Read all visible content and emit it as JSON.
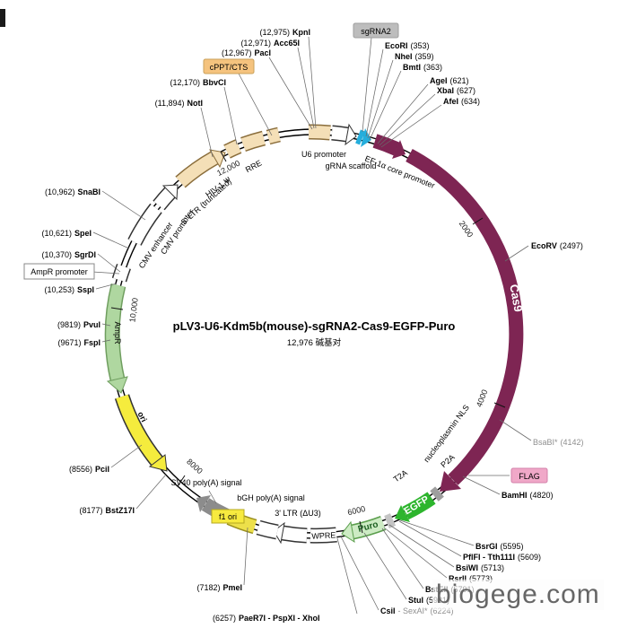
{
  "title": "pLV3-U6-Kdm5b(mouse)-sgRNA2-Cas9-EGFP-Puro",
  "subtitle": "12,976 碱基对",
  "watermark": "biogege.com",
  "scale_labels": [
    "2000",
    "4000",
    "6000",
    "8000",
    "10,000",
    "12,000"
  ],
  "sites": [
    {
      "pos": "(12,975)",
      "name": "KpnI"
    },
    {
      "pos": "(12,971)",
      "name": "Acc65I"
    },
    {
      "pos": "(12,967)",
      "name": "PacI"
    },
    {
      "pos": "(12,170)",
      "name": "BbvCI"
    },
    {
      "pos": "(11,894)",
      "name": "NotI"
    },
    {
      "name": "EcoRI",
      "pos": "(353)"
    },
    {
      "name": "NheI",
      "pos": "(359)"
    },
    {
      "name": "BmtI",
      "pos": "(363)"
    },
    {
      "name": "AgeI",
      "pos": "(621)"
    },
    {
      "name": "XbaI",
      "pos": "(627)"
    },
    {
      "name": "AfeI",
      "pos": "(634)"
    },
    {
      "name": "EcoRV",
      "pos": "(2497)"
    },
    {
      "name": "BsaBI*",
      "pos": "(4142)"
    },
    {
      "name": "BamHI",
      "pos": "(4820)"
    },
    {
      "name": "BsrGI",
      "pos": "(5595)"
    },
    {
      "name": "PflFI - Tth111I",
      "pos": "(5609)"
    },
    {
      "name": "BsiWI",
      "pos": "(5713)"
    },
    {
      "name": "RsrII",
      "pos": "(5773)"
    },
    {
      "name": "BstEII",
      "pos": "(5791)"
    },
    {
      "name": "StuI",
      "pos": "(5981)"
    },
    {
      "name": "CsiI",
      "alt": "- SexAI*",
      "pos": "(6224)"
    },
    {
      "pos": "(6257)",
      "name": "PaeR7I - PspXI - XhoI"
    },
    {
      "pos": "(7182)",
      "name": "PmeI"
    },
    {
      "pos": "(8177)",
      "name": "BstZ17I"
    },
    {
      "pos": "(8556)",
      "name": "PciI"
    },
    {
      "pos": "(9671)",
      "name": "FspI"
    },
    {
      "pos": "(9819)",
      "name": "PvuI"
    },
    {
      "pos": "(10,253)",
      "name": "SspI"
    },
    {
      "pos": "(10,370)",
      "name": "SgrDI"
    },
    {
      "pos": "(10,621)",
      "name": "SpeI"
    },
    {
      "pos": "(10,962)",
      "name": "SnaBI"
    }
  ],
  "features": {
    "u6_promoter": "U6 promoter",
    "grna_scaffold": "gRNA scaffold",
    "sgrna2": "sgRNA2",
    "cppt_cts": "cPPT/CTS",
    "ef1a": "EF-1α core promoter",
    "cas9": "Cas9",
    "nls": "nucleoplasmin NLS",
    "p2a": "P2A",
    "egfp": "EGFP",
    "t2a": "T2A",
    "puro": "Puro",
    "wpre": "WPRE",
    "ltr3": "3' LTR (ΔU3)",
    "bgh": "bGH poly(A) signal",
    "f1ori": "f1 ori",
    "sv40": "SV40 poly(A) signal",
    "ori": "ori",
    "ampr": "AmpR",
    "ampr_promoter": "AmpR promoter",
    "cmv_promoter": "CMV promoter",
    "cmv_enhancer": "CMV enhancer",
    "ltr5": "5' LTR (truncated)",
    "psi": "HIV-1 Ψ",
    "rre": "RRE",
    "flag": "FLAG"
  },
  "colors": {
    "cas9_maroon": "#7E2553",
    "egfp_green": "#2DB52D",
    "puro_pale_green": "#CDEBC4",
    "sgrna_cyan": "#25AEDC",
    "tan_feature": "#F4DFB7",
    "f1_yellow": "#EDE04A",
    "ori_yellow": "#F5EC3D",
    "sv40_gray": "#8C8C8C",
    "ampr_green": "#AFD7A0",
    "flag_pink": "#F0A8C8",
    "sgrna2_label_gray": "#BDBDBD",
    "cppt_orange": "#F5C37E"
  }
}
